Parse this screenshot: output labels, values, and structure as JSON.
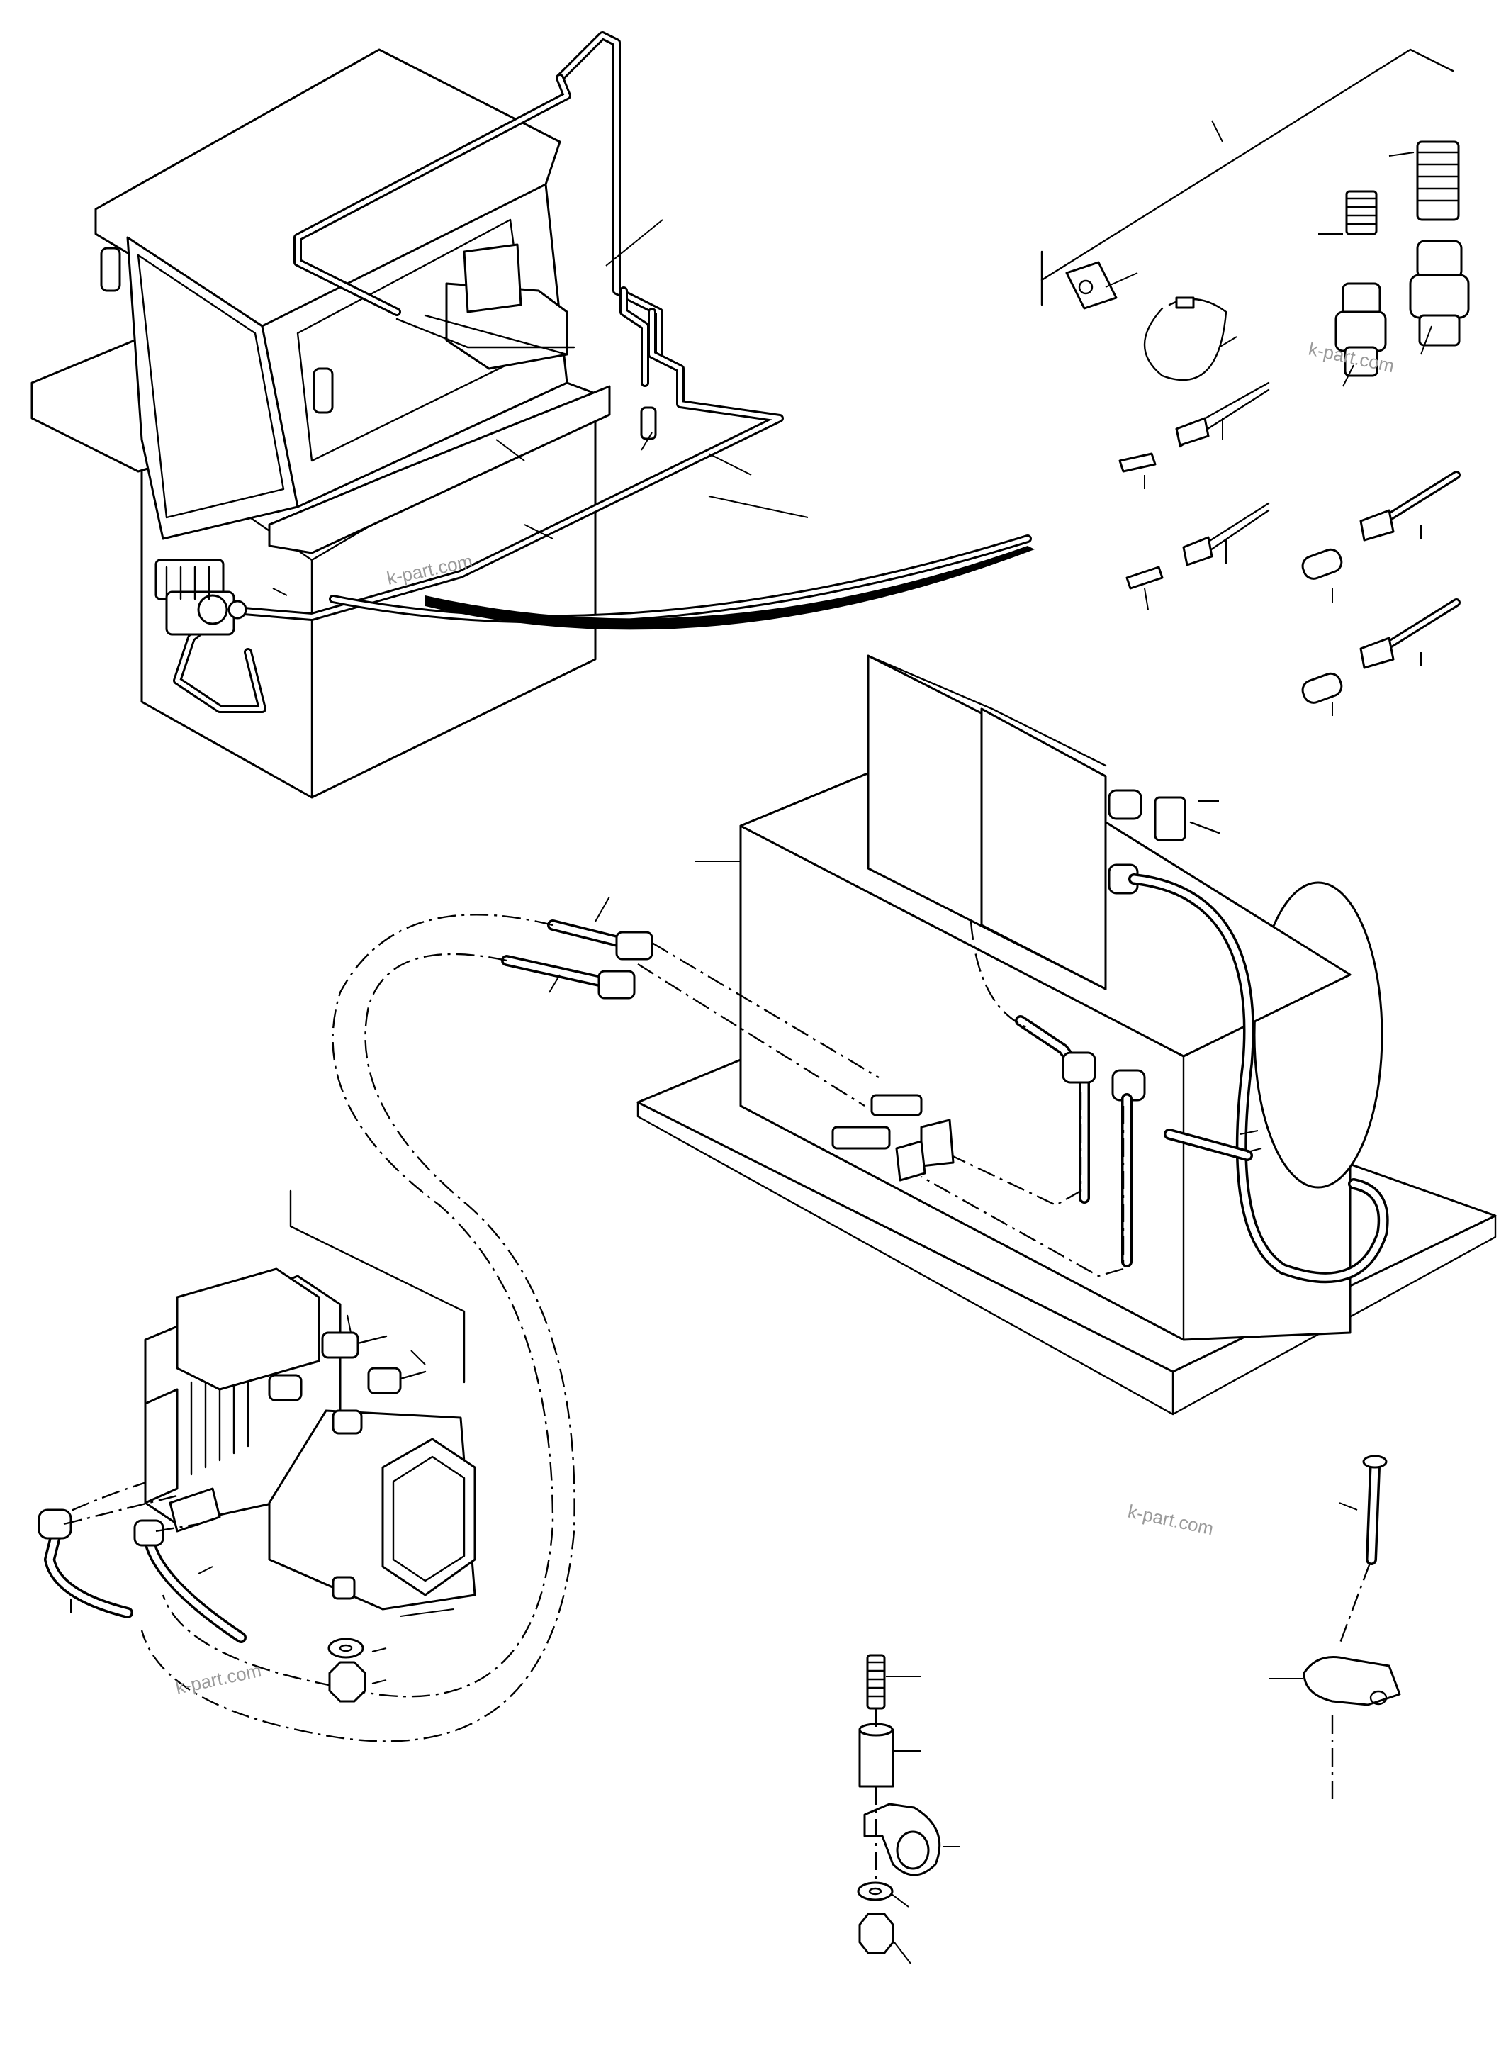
{
  "watermarks": [
    {
      "id": "wm1",
      "text": "k-part.com"
    },
    {
      "id": "wm2",
      "text": "k-part.com"
    },
    {
      "id": "wm3",
      "text": "k-part.com"
    },
    {
      "id": "wm4",
      "text": "k-part.com"
    }
  ],
  "colors": {
    "line": "#000000",
    "background": "#ffffff",
    "watermark": "#9a9a9a"
  }
}
